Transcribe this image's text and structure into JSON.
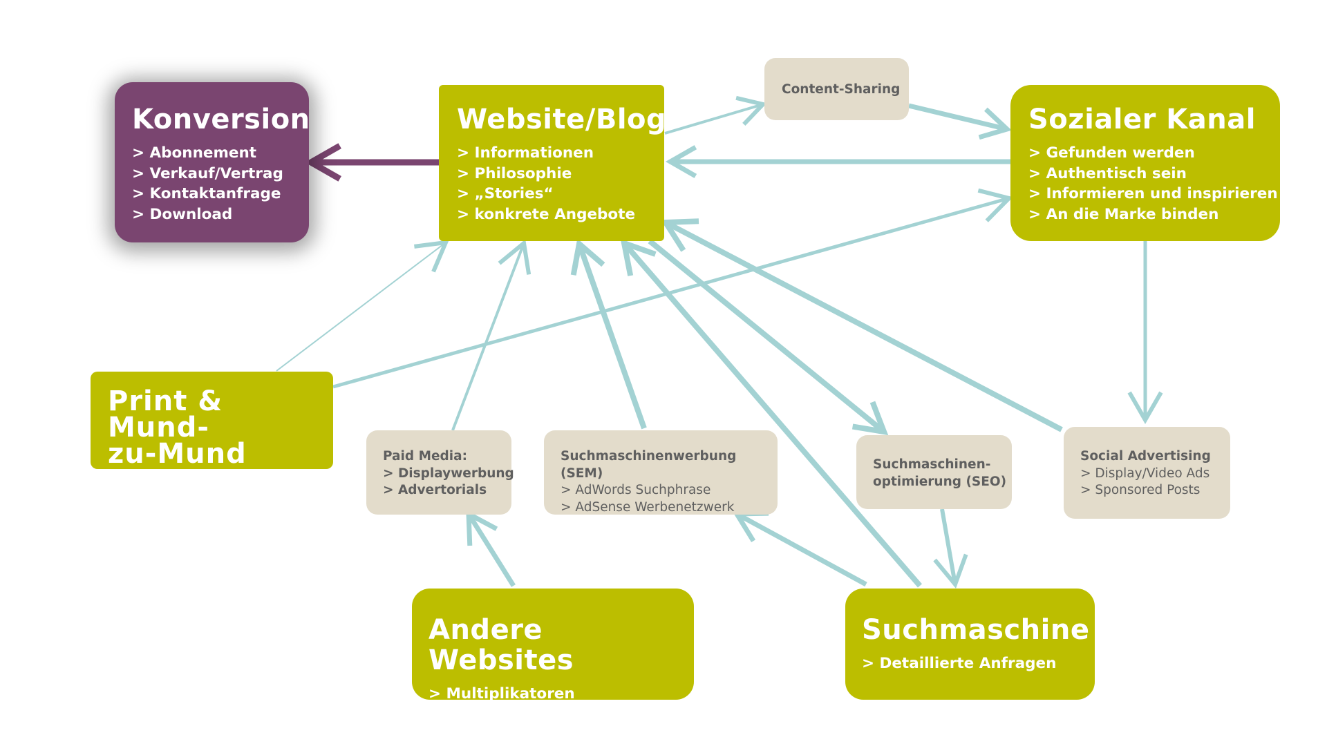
{
  "colors": {
    "green": "#bcbe00",
    "purple": "#7a4570",
    "beige": "#e3dccb",
    "arrow": "#a3d2d3",
    "arrow_purple": "#7a4570",
    "text_light": "#ffffff",
    "text_dark": "#5f5f5f"
  },
  "nodes": {
    "konversion": {
      "title": "Konversion",
      "items": [
        "> Abonnement",
        "> Verkauf/Vertrag",
        "> Kontaktanfrage",
        "> Download"
      ]
    },
    "website": {
      "title": "Website/Blog",
      "items": [
        "> Informationen",
        "> Philosophie",
        "> „Stories“",
        "> konkrete Angebote"
      ]
    },
    "content_sharing": {
      "title": "Content-Sharing"
    },
    "sozialer_kanal": {
      "title": "Sozialer Kanal",
      "items": [
        "> Gefunden werden",
        "> Authentisch sein",
        "> Informieren und inspirieren",
        "> An die Marke binden"
      ]
    },
    "print": {
      "title_line1": "Print & Mund-",
      "title_line2": "zu-Mund"
    },
    "paid_media": {
      "title": "Paid Media:",
      "items": [
        "> Displaywerbung",
        "> Advertorials"
      ]
    },
    "sem": {
      "title": "Suchmaschinenwerbung (SEM)",
      "items": [
        "> AdWords Suchphrase",
        "> AdSense Werbenetzwerk"
      ]
    },
    "seo": {
      "title_line1": "Suchmaschinen-",
      "title_line2": "optimierung (SEO)"
    },
    "social_ads": {
      "title": "Social Advertising",
      "items": [
        "> Display/Video Ads",
        "> Sponsored Posts"
      ]
    },
    "andere": {
      "title": "Andere Websites",
      "items": [
        "> Multiplikatoren"
      ]
    },
    "suchmaschine": {
      "title": "Suchmaschine",
      "items": [
        "> Detaillierte Anfragen"
      ]
    }
  }
}
